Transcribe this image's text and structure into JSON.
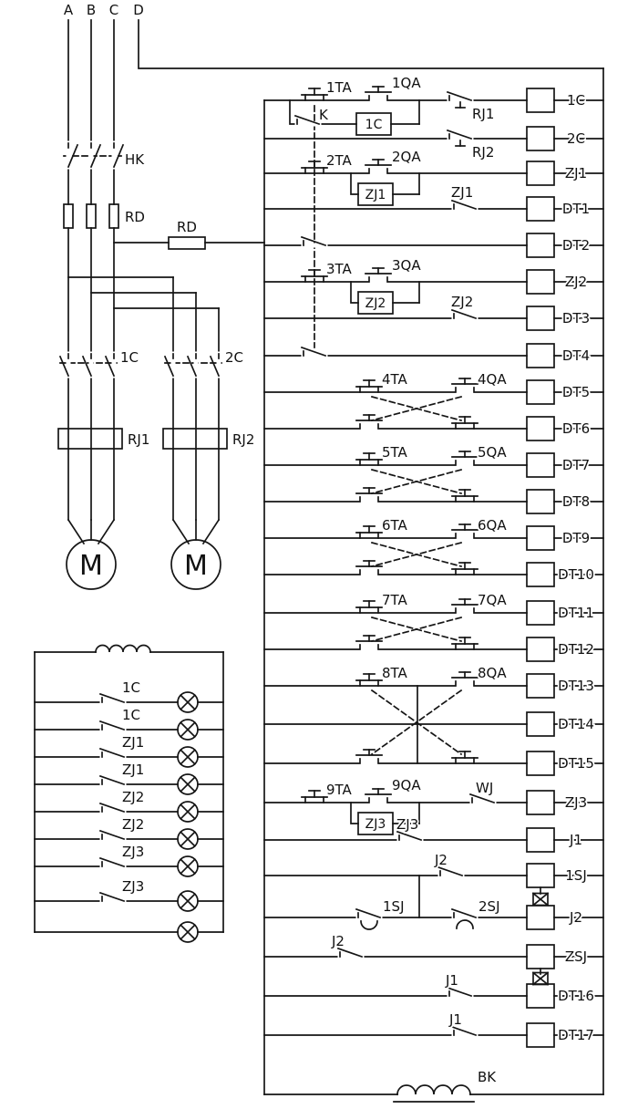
{
  "phases": [
    "A",
    "B",
    "C",
    "D"
  ],
  "power": {
    "knife_switch": "HK",
    "fuse_vertical": "RD",
    "fuse_horizontal": "RD",
    "contactor_1": "1C",
    "contactor_2": "2C",
    "thermal_relay_1": "RJ1",
    "thermal_relay_2": "RJ2",
    "motor_1": "M",
    "motor_2": "M"
  },
  "lamp_panel": {
    "contact_labels": [
      "1C",
      "1C",
      "ZJ1",
      "ZJ1",
      "ZJ2",
      "ZJ2",
      "ZJ3",
      "ZJ3"
    ]
  },
  "control": {
    "rung_1c": {
      "stop": "1TA",
      "start": "1QA",
      "aux": "K",
      "hold_box": "1C",
      "overload": "RJ1"
    },
    "rung_2c": {
      "overload": "RJ2"
    },
    "rung_zj1": {
      "stop": "2TA",
      "start": "2QA",
      "hold_box": "ZJ1"
    },
    "rung_dt1": {
      "contact": "ZJ1"
    },
    "rung_zj2": {
      "stop": "3TA",
      "start": "3QA",
      "hold_box": "ZJ2"
    },
    "rung_dt3": {
      "contact": "ZJ2"
    },
    "pair_4": {
      "ta": "4TA",
      "qa": "4QA"
    },
    "pair_5": {
      "ta": "5TA",
      "qa": "5QA"
    },
    "pair_6": {
      "ta": "6TA",
      "qa": "6QA"
    },
    "pair_7": {
      "ta": "7TA",
      "qa": "7QA"
    },
    "pair_8": {
      "ta": "8TA",
      "qa": "8QA"
    },
    "rung_zj3": {
      "stop": "9TA",
      "start": "9QA",
      "hold_box": "ZJ3",
      "limit": "WJ"
    },
    "rung_j1": {
      "contact": "ZJ3"
    },
    "rung_1sj": {
      "contact": "J2"
    },
    "rung_j2": {
      "timer_1": "1SJ",
      "timer_2": "2SJ"
    },
    "rung_zsj": {
      "contact": "J2"
    },
    "rung_dt16": {
      "contact": "J1"
    },
    "rung_dt17": {
      "contact": "J1"
    },
    "transformer": "BK"
  },
  "coils": [
    "1C",
    "2C",
    "ZJ1",
    "DT1",
    "DT2",
    "ZJ2",
    "DT3",
    "DT4",
    "DT5",
    "DT6",
    "DT7",
    "DT8",
    "DT9",
    "DT10",
    "DT11",
    "DT12",
    "DT13",
    "DT14",
    "DT15",
    "ZJ3",
    "J1",
    "1SJ",
    "J2",
    "ZSJ",
    "DT16",
    "DT17"
  ]
}
